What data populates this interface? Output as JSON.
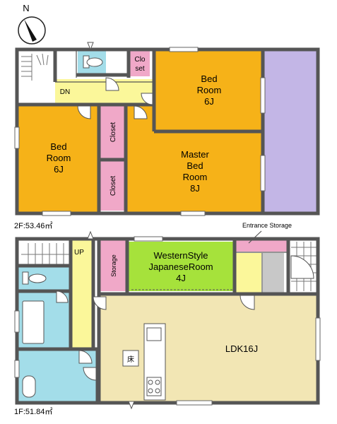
{
  "compass": {
    "north_label": "N"
  },
  "floor2": {
    "area_label": "2F:53.46㎡",
    "rooms": {
      "bed_top": [
        "Bed",
        "Room",
        "6J"
      ],
      "bed_left": [
        "Bed",
        "Room",
        "6J"
      ],
      "master": [
        "Master",
        "Bed",
        "Room",
        "8J"
      ],
      "closet_a": "Closet",
      "closet_b": "Closet",
      "closet_small": [
        "Clo",
        "set"
      ],
      "hall_dn": "DN"
    }
  },
  "floor1": {
    "area_label": "1F:51.84㎡",
    "rooms": {
      "entrance_storage": "Entrance Storage",
      "japanese": [
        "WesternStyle",
        "JapaneseRoom",
        "4J"
      ],
      "storage": "Storage",
      "ldk": "LDK16J",
      "floor_kanji": "床",
      "stair_up": "UP"
    }
  },
  "colors": {
    "bedroom": "#f6b218",
    "balcony": "#c3b6e6",
    "closet": "#f0a8c8",
    "hall": "#fbf79a",
    "bath": "#a3dde9",
    "japanese": "#a6e23b",
    "ldk": "#f2e6b4",
    "storage_gray": "#c8c8c8"
  }
}
